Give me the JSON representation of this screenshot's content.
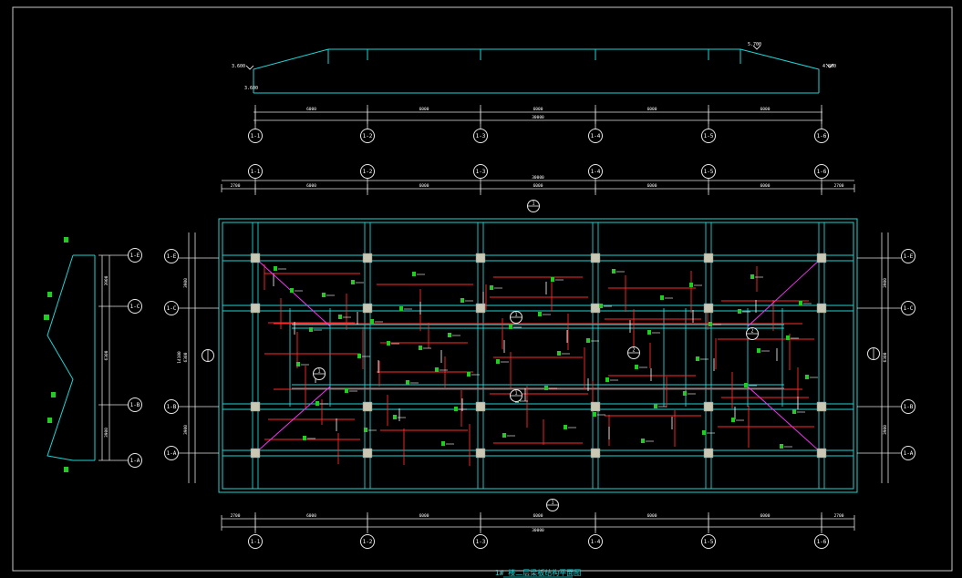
{
  "drawing": {
    "title": "1# 楼二层梁板结构平面图",
    "colors": {
      "background": "#000000",
      "frame": "#d0d0d0",
      "beam": "#1fd3d3",
      "rebar": "#ff2a2a",
      "brace": "#ff33ff",
      "column": "#c8c8b4",
      "tag": "#22cc22",
      "text": "#ffffff",
      "dim": "#e0e0e0"
    },
    "axes_x": [
      "1-1",
      "1-2",
      "1-3",
      "1-4",
      "1-5",
      "1-6"
    ],
    "axes_y": [
      "1-E",
      "1-C",
      "1-B",
      "1-A"
    ],
    "section_marks": [
      "1",
      "1",
      "1",
      "2",
      "2",
      "1",
      "1"
    ],
    "dims_top": [
      "6000",
      "6000",
      "6000",
      "6000",
      "6000"
    ],
    "dims_bottom": [
      "6000",
      "6000",
      "6000",
      "6000",
      "6000"
    ],
    "dims_overall_x": "30000",
    "dims_side_left": "2700",
    "dims_side_right": "2700",
    "dims_left": [
      "3900",
      "6300",
      "3900"
    ],
    "dims_left_overall": "14100",
    "dims_right": [
      "3900",
      "6300",
      "3900"
    ],
    "elev_labels": [
      "3.600",
      "5.700",
      "4.800",
      "3.600"
    ]
  }
}
